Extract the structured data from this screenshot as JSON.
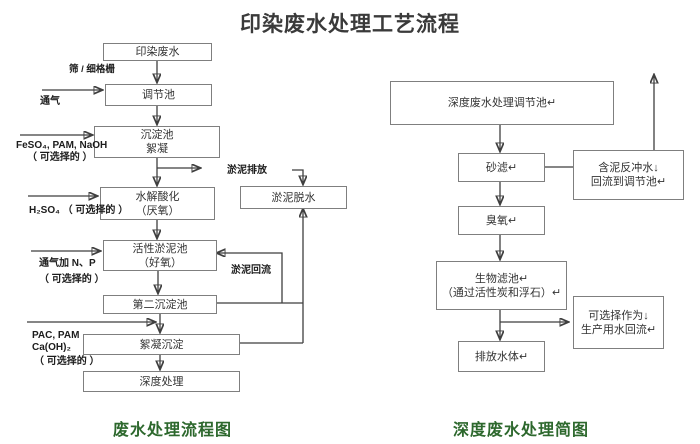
{
  "title": "印染废水处理工艺流程",
  "colors": {
    "caption_green": "#2d682d",
    "line_gray": "#3f3f3f",
    "box_border_gray": "#7f7f7f",
    "background": "#ffffff"
  },
  "left_chart": {
    "caption": "废水处理流程图",
    "boxes": {
      "influent": "印染废水",
      "regulating": "调节池",
      "sedimentation": "沉淀池\n絮凝",
      "hydrolysis": "水解酸化\n（厌氧）",
      "activated_sludge": "活性淤泥池\n（好氧）",
      "secondary_sedimentation": "第二沉淀池",
      "flocculation": "絮凝沉淀",
      "advanced_treatment": "深度处理",
      "sludge_dewatering": "淤泥脱水"
    },
    "labels": {
      "screen": "筛 / 细格栅",
      "aeration": "通气",
      "feso4": "FeSO₄, PAM, NaOH",
      "optional1": "（ 可选择的 ）",
      "sludge_discharge": "淤泥排放",
      "h2so4": "H₂SO₄ （ 可选择的 ）",
      "aeration_np": "通气加 N、P",
      "optional2": "（ 可选择的 ）",
      "sludge_return": "淤泥回流",
      "pac_pam": "PAC, PAM\nCa(OH)₂",
      "optional3": "（ 可选择的 ）"
    }
  },
  "right_chart": {
    "caption": "深度废水处理简图",
    "boxes": {
      "regulating": "深度废水处理调节池↵",
      "sand_filter": "砂滤↵",
      "backwash": "含泥反冲水↓\n回流到调节池↵",
      "ozone": "臭氧↵",
      "biofilter": "生物滤池↵\n（通过活性炭和浮石）↵",
      "reuse": "可选择作为↓\n生产用水回流↵",
      "discharge": "排放水体↵"
    }
  }
}
